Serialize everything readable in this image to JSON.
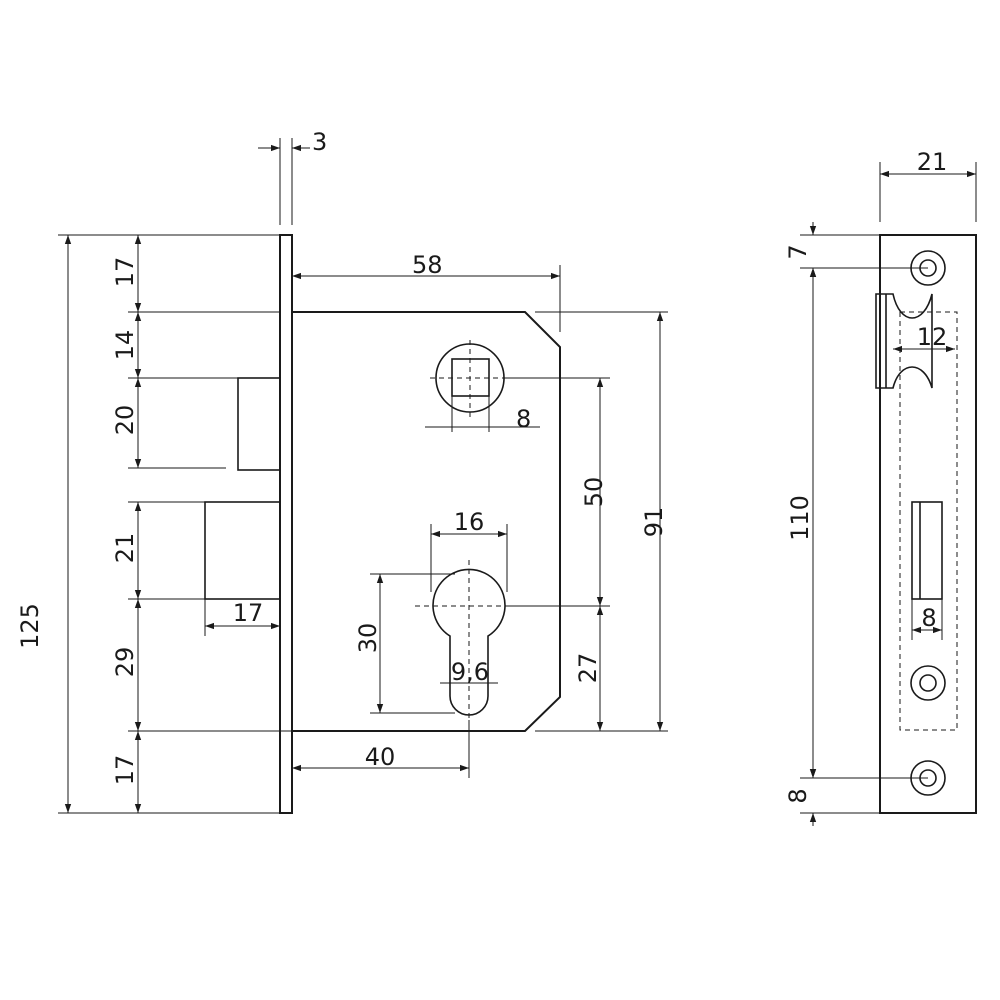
{
  "drawing": {
    "front_view": {
      "faceplate_thickness": "3",
      "case_width": "58",
      "spindle_size": "8",
      "spindle_to_cylinder": "50",
      "case_height": "91",
      "cylinder_head_width": "16",
      "cylinder_height": "30",
      "cylinder_tail_width": "9,6",
      "cylinder_to_case_bottom": "27",
      "backset": "40",
      "latch_projection": "17",
      "faceplate_height": "125",
      "top_offset": "17",
      "case_top_to_latch": "14",
      "latch_height": "20",
      "deadbolt_height": "21",
      "deadbolt_to_case_bottom": "29",
      "bottom_offset": "17"
    },
    "side_view": {
      "faceplate_width": "21",
      "top_hole_offset": "7",
      "latch_width": "12",
      "hole_spacing": "110",
      "deadbolt_width": "8",
      "bottom_hole_offset": "8"
    }
  }
}
